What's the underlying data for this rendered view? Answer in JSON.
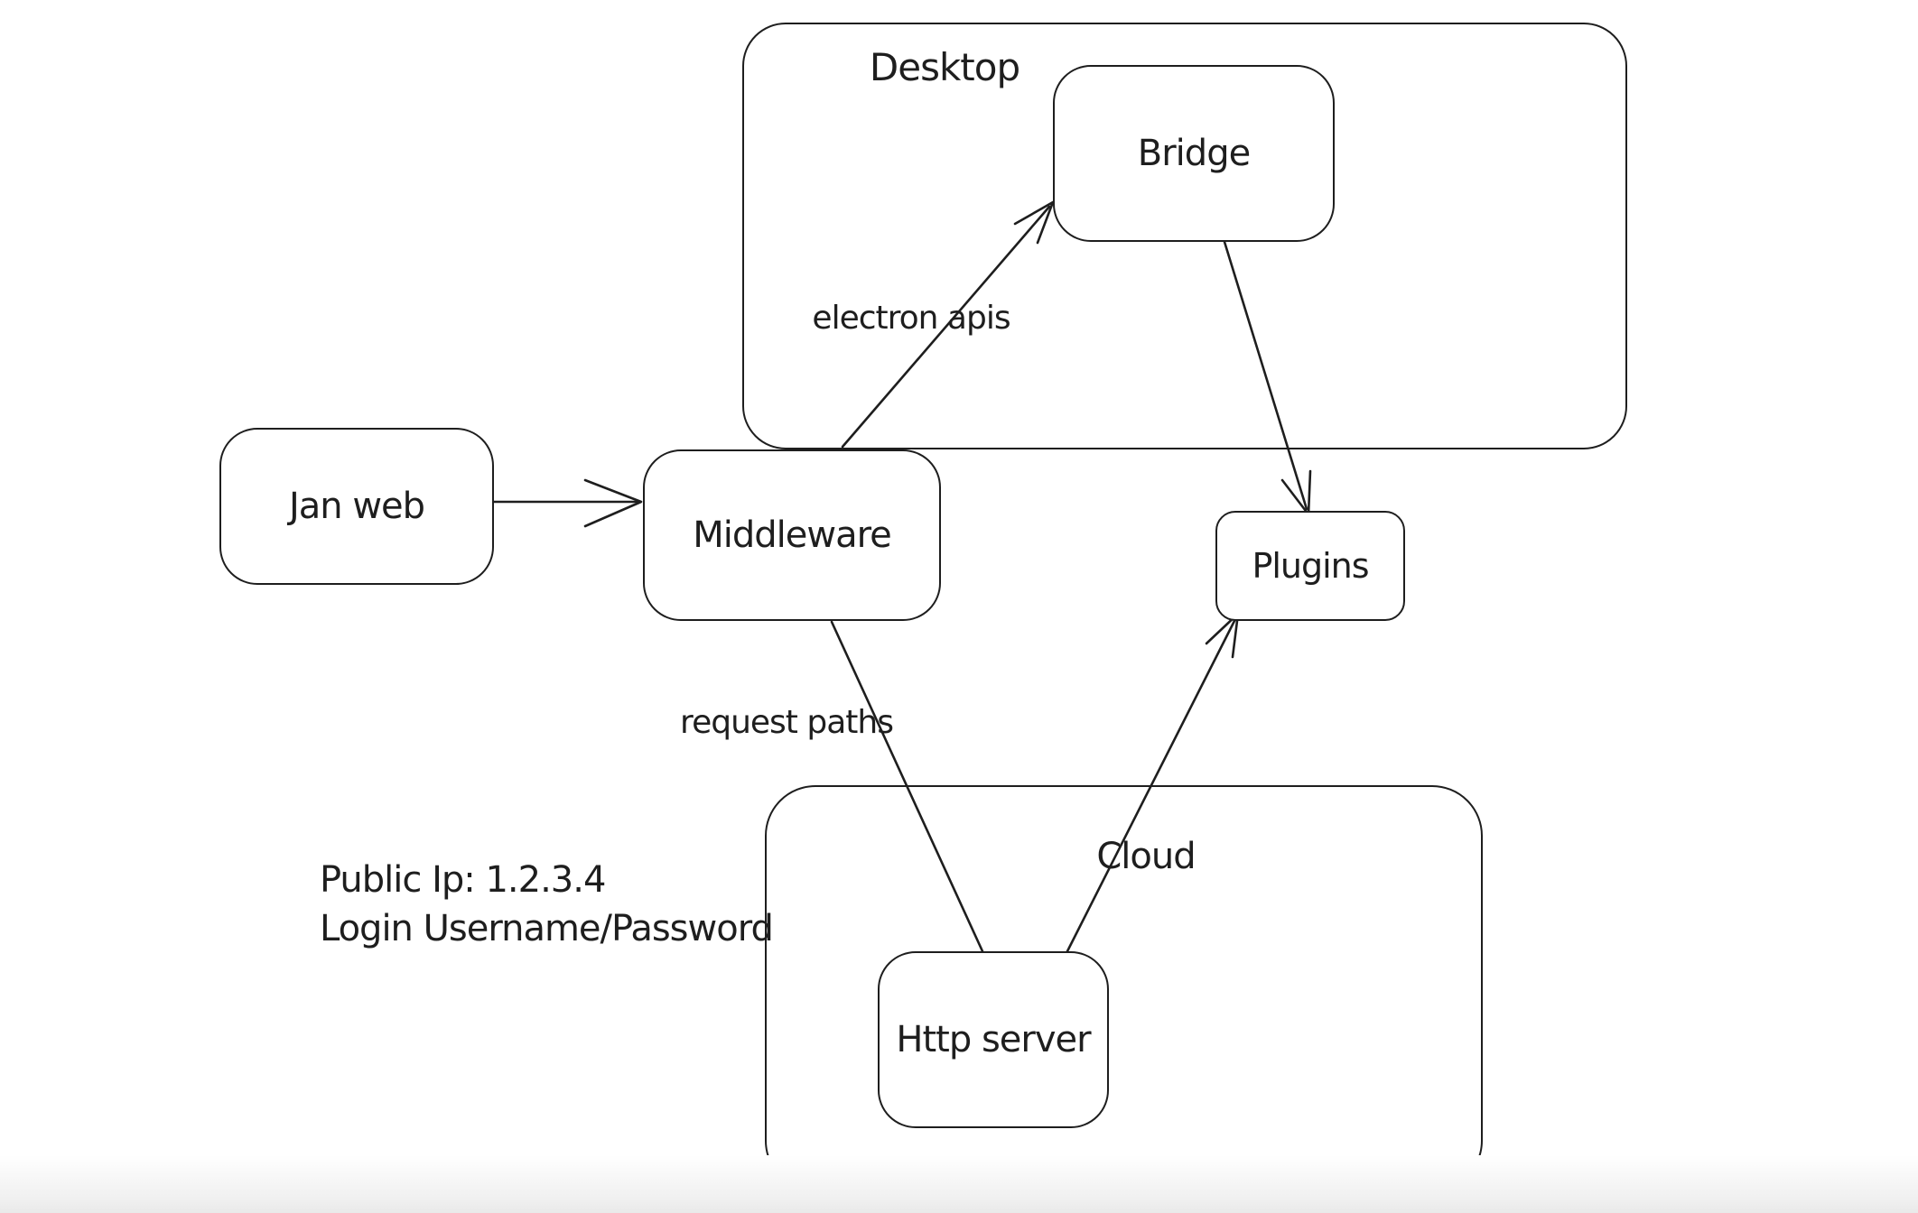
{
  "colors": {
    "stroke": "#1e1e1e",
    "background": "#ffffff",
    "bottom_fade": "#e9e9e9"
  },
  "containers": {
    "desktop": {
      "label": "Desktop"
    },
    "cloud": {
      "label": "Cloud"
    }
  },
  "nodes": {
    "jan_web": {
      "label": "Jan web"
    },
    "middleware": {
      "label": "Middleware"
    },
    "bridge": {
      "label": "Bridge"
    },
    "plugins": {
      "label": "Plugins"
    },
    "http_server": {
      "label": "Http server"
    }
  },
  "edges": {
    "jan_web_to_middleware": {
      "from": "Jan web",
      "to": "Middleware",
      "label": "",
      "arrowhead": "open"
    },
    "middleware_to_bridge": {
      "from": "Middleware",
      "to": "Bridge",
      "label": "electron apis",
      "arrowhead": "open"
    },
    "bridge_to_plugins": {
      "from": "Bridge",
      "to": "Plugins",
      "label": "",
      "arrowhead": "open"
    },
    "middleware_to_http_server": {
      "from": "Middleware",
      "to": "Http server",
      "label": "request paths",
      "arrowhead": "none"
    },
    "http_server_to_plugins": {
      "from": "Http server",
      "to": "Plugins",
      "label": "",
      "arrowhead": "open"
    }
  },
  "annotations": {
    "public_ip": "Public Ip: 1.2.3.4",
    "login_credentials": "Login Username/Password"
  }
}
